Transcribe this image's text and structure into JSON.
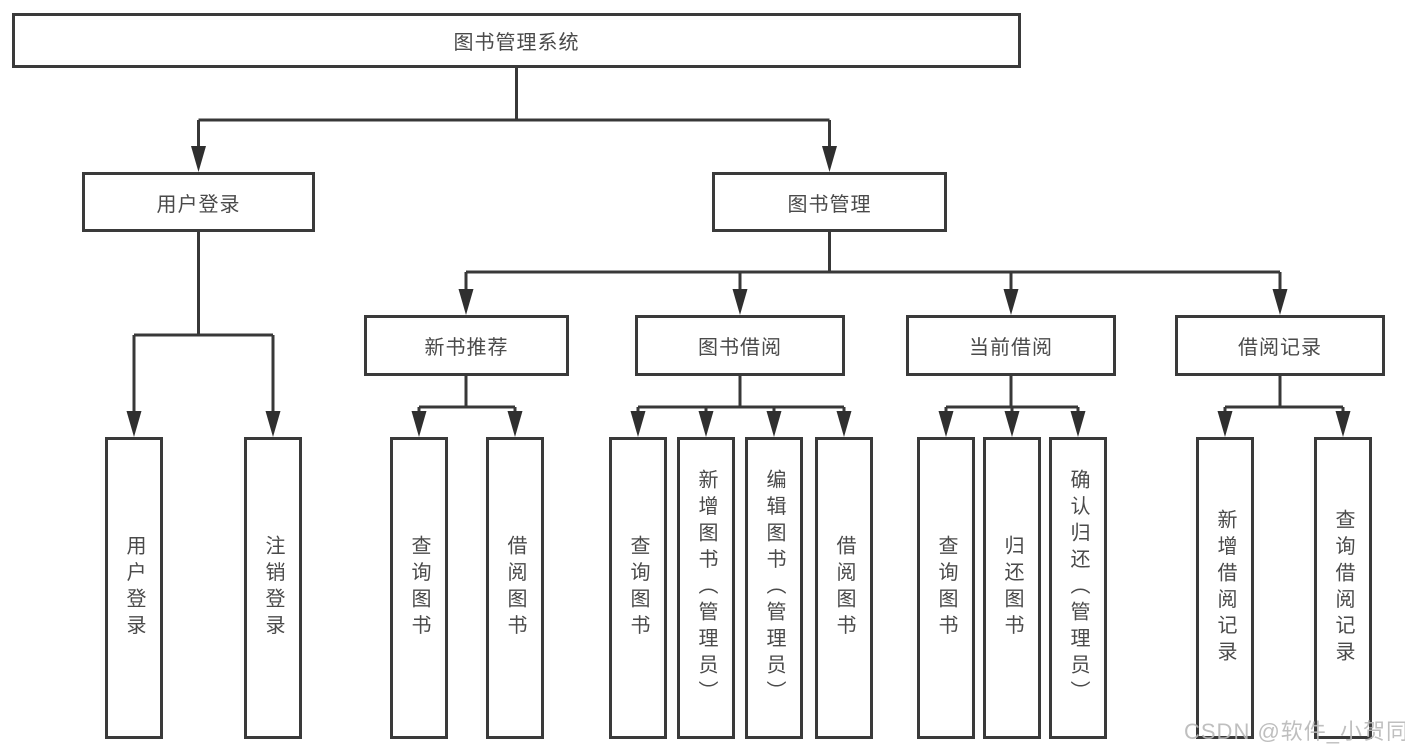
{
  "tree": {
    "label": "图书管理系统",
    "children": [
      {
        "label": "用户登录",
        "children": [
          {
            "label": "用户登录"
          },
          {
            "label": "注销登录"
          }
        ]
      },
      {
        "label": "图书管理",
        "children": [
          {
            "label": "新书推荐",
            "children": [
              {
                "label": "查询图书"
              },
              {
                "label": "借阅图书"
              }
            ]
          },
          {
            "label": "图书借阅",
            "children": [
              {
                "label": "查询图书"
              },
              {
                "label": "新增图书（管理员）"
              },
              {
                "label": "编辑图书（管理员）"
              },
              {
                "label": "借阅图书"
              }
            ]
          },
          {
            "label": "当前借阅",
            "children": [
              {
                "label": "查询图书"
              },
              {
                "label": "归还图书"
              },
              {
                "label": "确认归还（管理员）"
              }
            ]
          },
          {
            "label": "借阅记录",
            "children": [
              {
                "label": "新增借阅记录"
              },
              {
                "label": "查询借阅记录"
              }
            ]
          }
        ]
      }
    ]
  },
  "watermark": {
    "text": "CSDN @软件_小贺同学",
    "color": "#b9b9b9"
  },
  "colors": {
    "line": "#383838",
    "arrow": "#2f2f2f",
    "border": "#3a3a3a",
    "text": "#4a4a4a",
    "background": "#ffffff"
  }
}
